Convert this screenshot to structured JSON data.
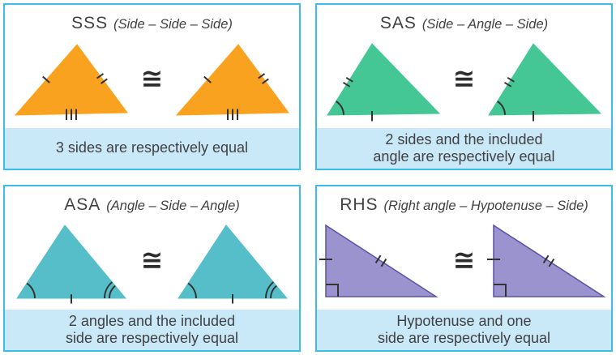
{
  "theme": {
    "panel_border": "#3bbde9",
    "caption_bg": "#c9e8f8",
    "text": "#414042",
    "mark": "#333333",
    "symbol": "#2d2d2d"
  },
  "congruence_symbol": "≅",
  "panels": {
    "sss": {
      "abbr": "SSS",
      "full": "(Side – Side – Side)",
      "caption_line1": "3 sides are respectively equal",
      "caption_line2": "",
      "fill": "#f9a21f",
      "stroke": "#f9a21f"
    },
    "sas": {
      "abbr": "SAS",
      "full": "(Side – Angle – Side)",
      "caption_line1": "2 sides and the included",
      "caption_line2": "angle are respectively equal",
      "fill": "#45c795",
      "stroke": "#45c795"
    },
    "asa": {
      "abbr": "ASA",
      "full": "(Angle – Side – Angle)",
      "caption_line1": "2 angles and the included",
      "caption_line2": "side are respectively equal",
      "fill": "#56bec9",
      "stroke": "#56bec9"
    },
    "rhs": {
      "abbr": "RHS",
      "full": "(Right angle – Hypotenuse – Side)",
      "caption_line1": "Hypotenuse and one",
      "caption_line2": "side are respectively equal",
      "fill": "#9a93cd",
      "stroke": "#5a51a8"
    }
  }
}
